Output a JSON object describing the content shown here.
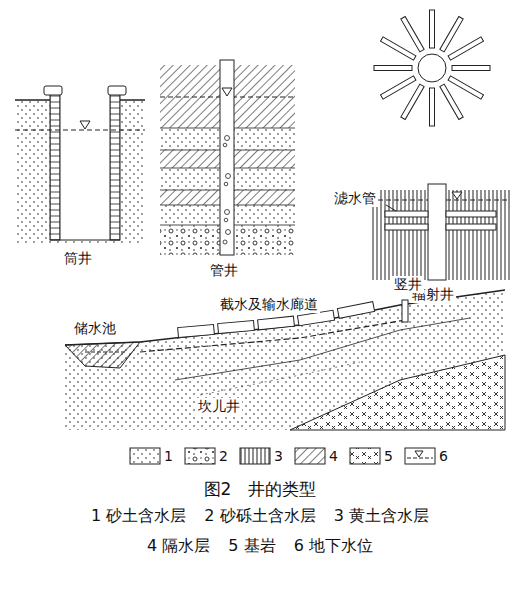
{
  "diagram": {
    "caption": "图2　井的类型",
    "labels": [
      "筒井",
      "管井",
      "滤水管",
      "辐射井",
      "储水池",
      "截水及输水廊道",
      "竖井",
      "坎儿井",
      "1 砂土含水层",
      "2 砂砾土含水层",
      "3 黄土含水层",
      "4 隔水层",
      "5 基岩",
      "6 地下水位"
    ],
    "legend": [
      {
        "text": "1"
      },
      {
        "text": "2"
      },
      {
        "text": "3"
      },
      {
        "text": "4"
      },
      {
        "text": "5"
      },
      {
        "text": "6"
      }
    ]
  }
}
